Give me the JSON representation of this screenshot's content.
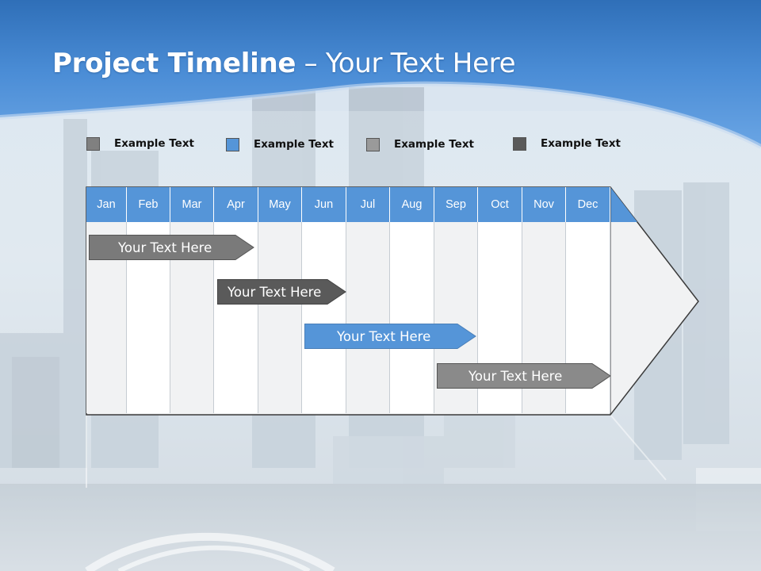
{
  "title": {
    "bold": "Project Timeline",
    "rest": " – Your Text Here"
  },
  "legend": [
    {
      "label": "Example Text",
      "color": "#808080"
    },
    {
      "label": "Example Text",
      "color": "#5595d8"
    },
    {
      "label": "Example Text",
      "color": "#9a9a9a"
    },
    {
      "label": "Example Text",
      "color": "#5a5a5a"
    }
  ],
  "months": [
    "Jan",
    "Feb",
    "Mar",
    "Apr",
    "May",
    "Jun",
    "Jul",
    "Aug",
    "Sep",
    "Oct",
    "Nov",
    "Dec"
  ],
  "bars": [
    {
      "label": "Your  Text Here",
      "color": "#7a7a7a"
    },
    {
      "label": "Your  Text Here",
      "color": "#5a5a5a"
    },
    {
      "label": "Your  Text Here",
      "color": "#5595d8"
    },
    {
      "label": "Your  Text Here",
      "color": "#8a8a8a"
    }
  ]
}
